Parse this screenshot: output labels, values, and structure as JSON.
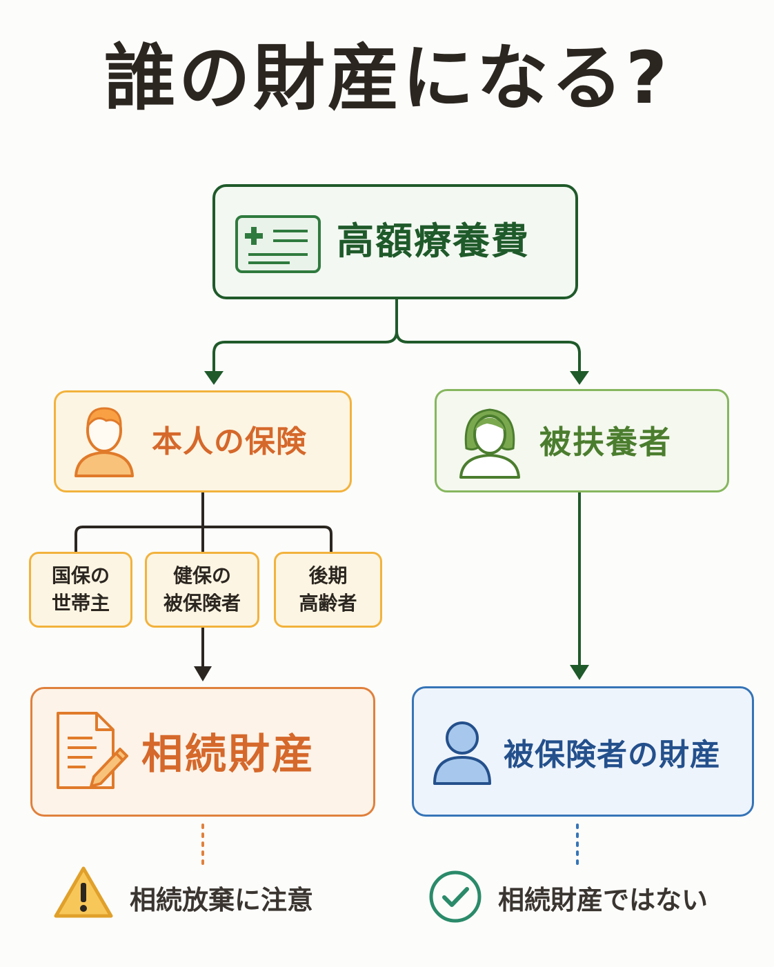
{
  "title": "誰の財産になる?",
  "top": {
    "label": "高額療養費",
    "icon": "medical-card-icon"
  },
  "self_insurance": {
    "label": "本人の保険",
    "icon": "person-icon"
  },
  "dependent": {
    "label": "被扶養者",
    "icon": "woman-icon"
  },
  "categories": [
    {
      "line1": "国保の",
      "line2": "世帯主"
    },
    {
      "line1": "健保の",
      "line2": "被保険者"
    },
    {
      "line1": "後期",
      "line2": "高齢者"
    }
  ],
  "inheritance": {
    "label": "相続財産",
    "icon": "document-pencil-icon"
  },
  "insured_property": {
    "label": "被保険者の財産",
    "icon": "user-icon"
  },
  "notes": {
    "left": {
      "text": "相続放棄に注意",
      "icon": "warning-icon"
    },
    "right": {
      "text": "相続財産ではない",
      "icon": "check-circle-icon"
    }
  },
  "colors": {
    "title": "#2b2620",
    "green_dark": "#1f5a2a",
    "orange": "#d5682b",
    "orange_border": "#f2b23c",
    "green_light": "#86b65e",
    "blue": "#3574b7"
  }
}
